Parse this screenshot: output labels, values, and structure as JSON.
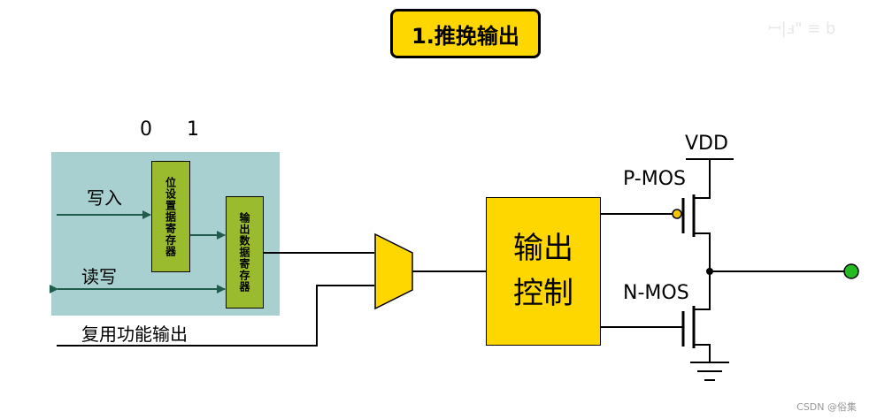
{
  "title": "1.推挽输出",
  "bits": {
    "zero": "0",
    "one": "1"
  },
  "registers": {
    "set_reset": "位设置据寄存器",
    "output_data": "输出数据寄存器"
  },
  "labels": {
    "write": "写入",
    "read_write": "读写",
    "alt_function": "复用功能输出"
  },
  "control_block": {
    "line1": "输出",
    "line2": "控制"
  },
  "transistors": {
    "vdd": "VDD",
    "pmos": "P-MOS",
    "nmos": "N-MOS"
  },
  "colors": {
    "title_fill": "#FFD700",
    "control_fill": "#FFD700",
    "mux_fill": "#FFD700",
    "region_fill": "#A8D0D0",
    "register_fill": "#9BBB2E",
    "output_pin": "#22BB22",
    "pmos_bubble": "#F5C400",
    "arrow_color": "#1F5C4C"
  },
  "footer": "CSDN @俗集"
}
